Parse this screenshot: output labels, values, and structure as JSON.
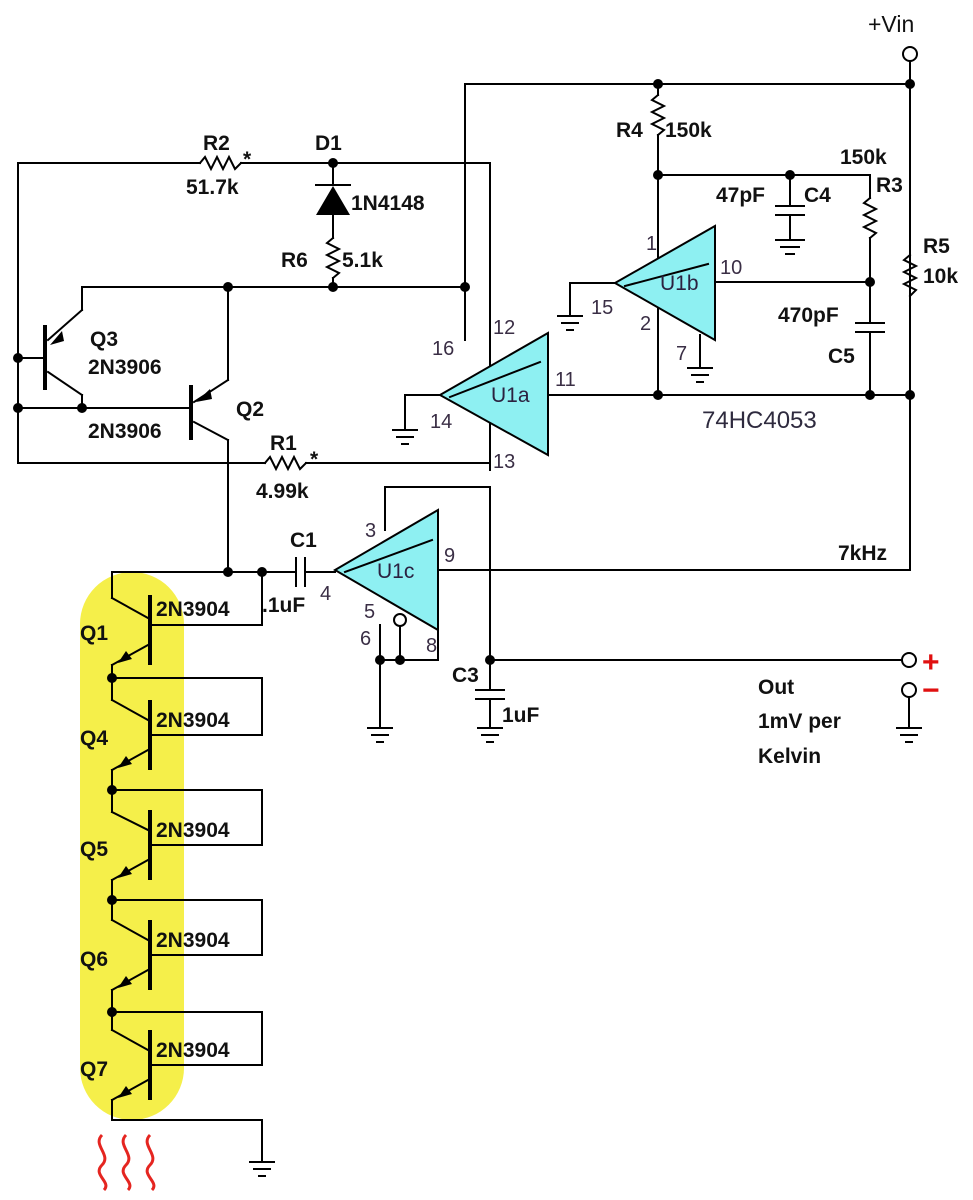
{
  "labels": {
    "vin": "+Vin",
    "r2": "R2",
    "r2_value": "51.7k",
    "star": "*",
    "d1": "D1",
    "d1_part": "1N4148",
    "r6": "R6",
    "r6_value": "5.1k",
    "q3": "Q3",
    "q3_part": "2N3906",
    "q2": "Q2",
    "q2_part": "2N3906",
    "r1": "R1",
    "r1_value": "4.99k",
    "r4": "R4",
    "r4_value": "150k",
    "c4_value": "47pF",
    "c4": "C4",
    "r3_value": "150k",
    "r3": "R3",
    "r5": "R5",
    "r5_value": "10k",
    "c5_value": "470pF",
    "c5": "C5",
    "chip": "74HC4053",
    "u1a": "U1a",
    "u1b": "U1b",
    "u1c": "U1c",
    "freq": "7kHz",
    "c1": "C1",
    "c1_value": ".1uF",
    "c3": "C3",
    "c3_value": "1uF",
    "out_line1": "Out",
    "out_line2": "1mV per",
    "out_line3": "Kelvin",
    "plus": "+",
    "minus": "−",
    "q1": "Q1",
    "q4": "Q4",
    "q5": "Q5",
    "q6": "Q6",
    "q7": "Q7",
    "npn_part": "2N3904"
  },
  "pins": {
    "p16": "16",
    "p12": "12",
    "p14": "14",
    "p13": "13",
    "p11": "11",
    "p1": "1",
    "p15": "15",
    "p2": "2",
    "p7": "7",
    "p10": "10",
    "p3": "3",
    "p4": "4",
    "p5": "5",
    "p6": "6",
    "p8": "8",
    "p9": "9"
  },
  "colors": {
    "amp_fill": "#8ef0f2",
    "sensor_highlight": "#f5ef4a",
    "heat_wave": "#e52520",
    "polarity": "#e01010"
  }
}
